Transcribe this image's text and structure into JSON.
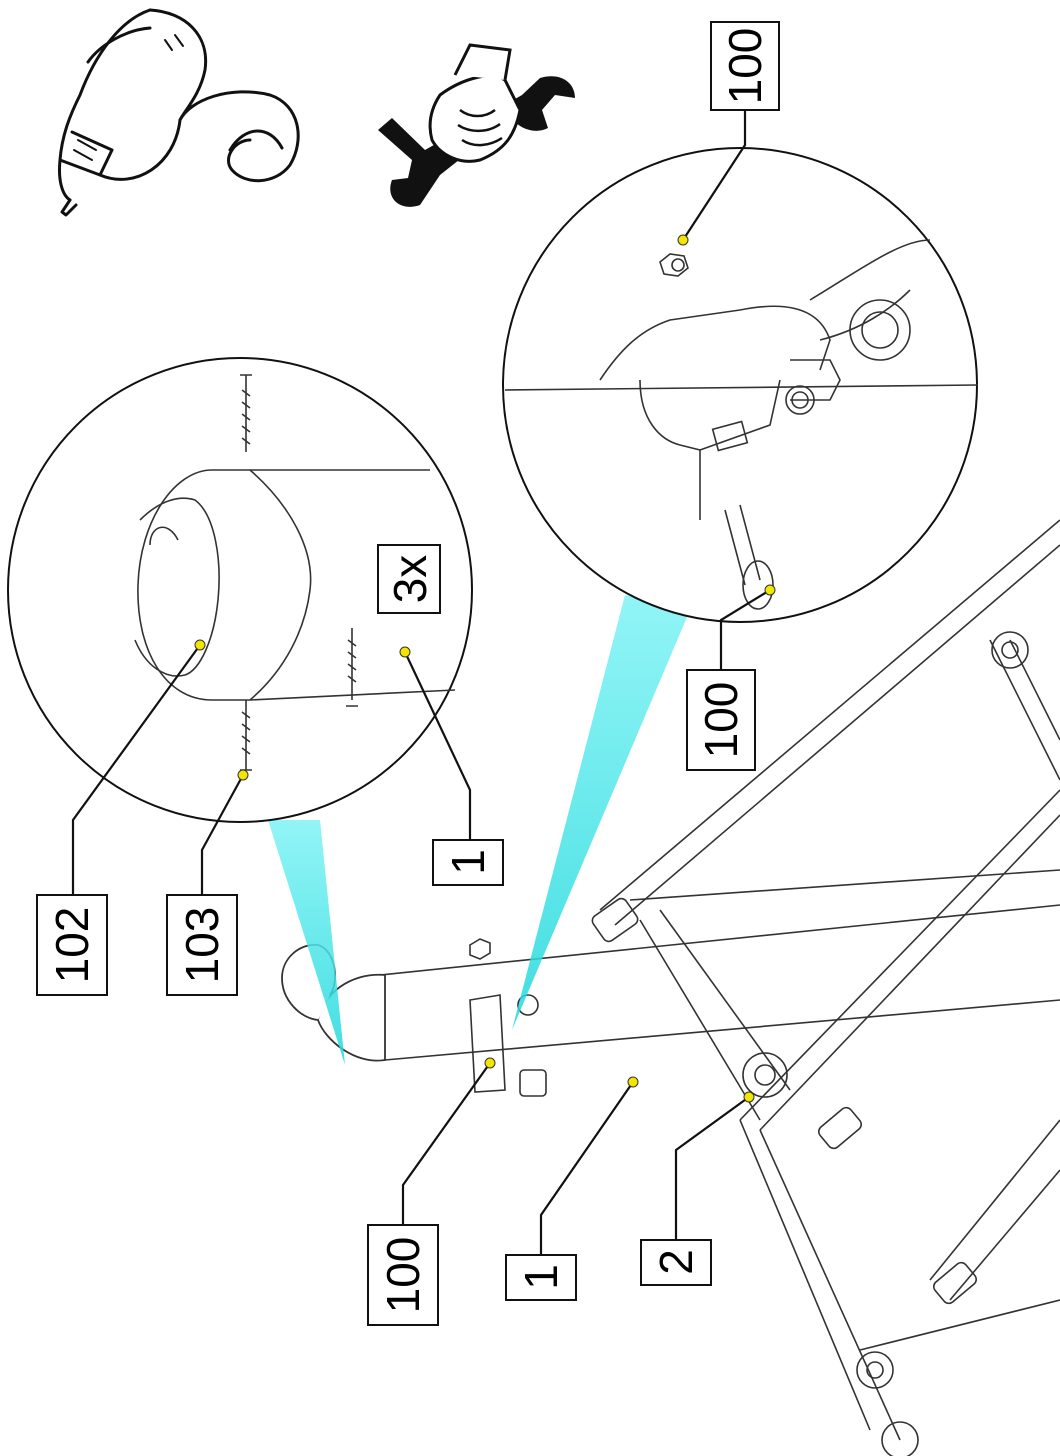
{
  "labels": {
    "callout_100_top": "100",
    "callout_100_detail": "100",
    "callout_102": "102",
    "callout_103": "103",
    "callout_1_detail": "1",
    "quantity": "3x",
    "callout_100_main": "100",
    "callout_1_main": "1",
    "callout_2_main": "2"
  },
  "icons": [
    "drill-icon",
    "wrench-icon"
  ],
  "colors": {
    "line": "#1a1a1a",
    "callout_dot": "#f2e600",
    "zoom_beam": "#2ee6ea"
  }
}
